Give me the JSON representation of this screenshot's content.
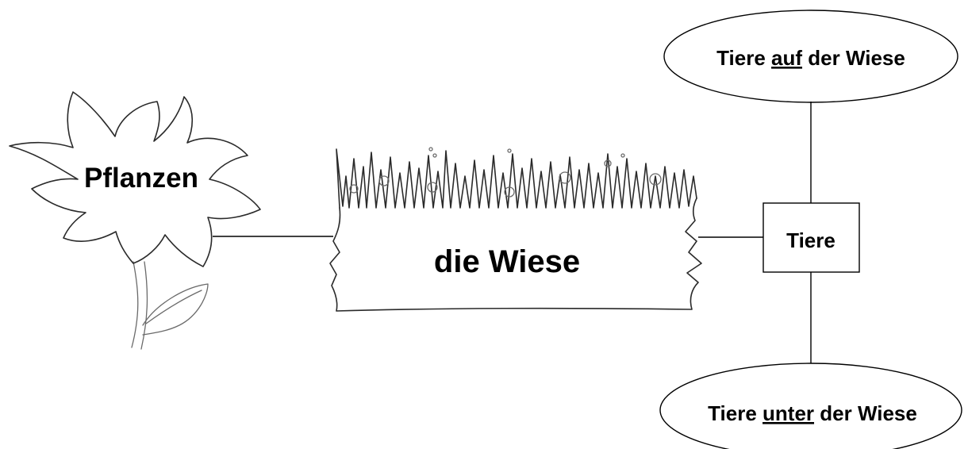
{
  "center": {
    "label": "die Wiese"
  },
  "plants": {
    "label": "Pflanzen"
  },
  "animals": {
    "label": "Tiere"
  },
  "animals_on": {
    "prefix": "Tiere ",
    "emphasis": "auf",
    "suffix": " der Wiese"
  },
  "animals_under": {
    "prefix": "Tiere ",
    "emphasis": "unter",
    "suffix": " der Wiese"
  }
}
